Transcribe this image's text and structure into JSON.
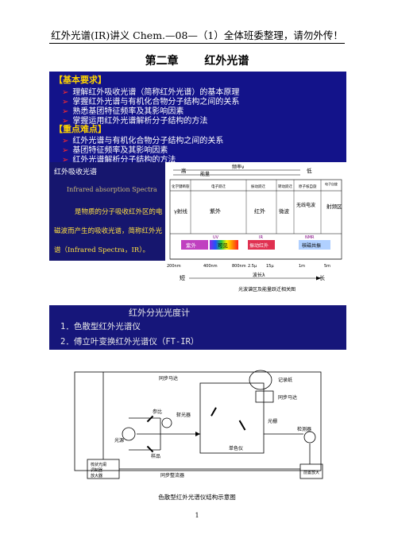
{
  "header": {
    "text": "红外光谱(IR)讲义  Chem.—08—（1）全体班委整理，请勿外传！"
  },
  "chapter": {
    "title": "第二章  红外光谱"
  },
  "slide1": {
    "section1": "【基本要求】",
    "items1": [
      "理解红外吸收光谱（简称红外光谱）的基本原理",
      "掌握红外光谱与有机化合物分子结构之间的关系",
      "熟悉基团特征频率及其影响因素",
      "掌握运用红外光谱解析分子结构的方法"
    ],
    "section2": "【重点难点】",
    "items2": [
      "红外光谱与有机化合物分子结构之间的关系",
      "基团特征频率及其影响因素",
      "红外光谱解析分子结构的方法"
    ],
    "bullet": "➢"
  },
  "slide2": {
    "title": "红外吸收光谱",
    "subtitle": "Infrared absorption Spectra",
    "desc_lines": [
      "是物质的分子吸收红外区的电",
      "磁波而产生的吸收光谱，简称红外光",
      "谱（Infrared Spectra，IR）。"
    ]
  },
  "spectrum": {
    "freq_label": "频率ν",
    "energy_label": "能量",
    "high": "高",
    "low": "低",
    "transition_headers": [
      "电子跃迁",
      "振动跃迁",
      "转动跃迁",
      "原子核自旋",
      "电子自旋"
    ],
    "left_header": "化学键断裂",
    "regions": [
      "γ射线",
      "紫外",
      "红外",
      "微波",
      "无线电波",
      "射频区"
    ],
    "bands": [
      "紫外",
      "可见",
      "振动红外",
      "核磁共振"
    ],
    "band_tags": [
      "UV",
      "IR",
      "NMR"
    ],
    "wavelength_ticks": [
      "200nm",
      "400nm",
      "800nm",
      "2.5μ",
      "15μ",
      "1m",
      "5m"
    ],
    "short": "短",
    "long": "长",
    "wavelength_axis": "波长λ",
    "caption": "光波谱区及能量跃迁相关图"
  },
  "slide3": {
    "title": "红外分光光度计",
    "items": [
      "1．色散型红外光谱仪",
      "2．傅立叶变换红外光谱仪（FT-IR）"
    ]
  },
  "schematic": {
    "labels": {
      "sync_motor": "同步马达",
      "recorder": "记录纸",
      "reference": "参比",
      "chopper": "斩光器",
      "source": "光源",
      "sample": "样品",
      "sync_motor2": "同步马达",
      "slit": "光栅",
      "mono": "单色仪",
      "detector": "检测器",
      "amplifier": "前置放大",
      "comb": "梳状光阑",
      "demod": "调制器",
      "amp2": "放大器",
      "sync_rect": "同步整流器"
    },
    "caption": "色散型红外光谱仪结构示意图"
  },
  "page_number": "1"
}
